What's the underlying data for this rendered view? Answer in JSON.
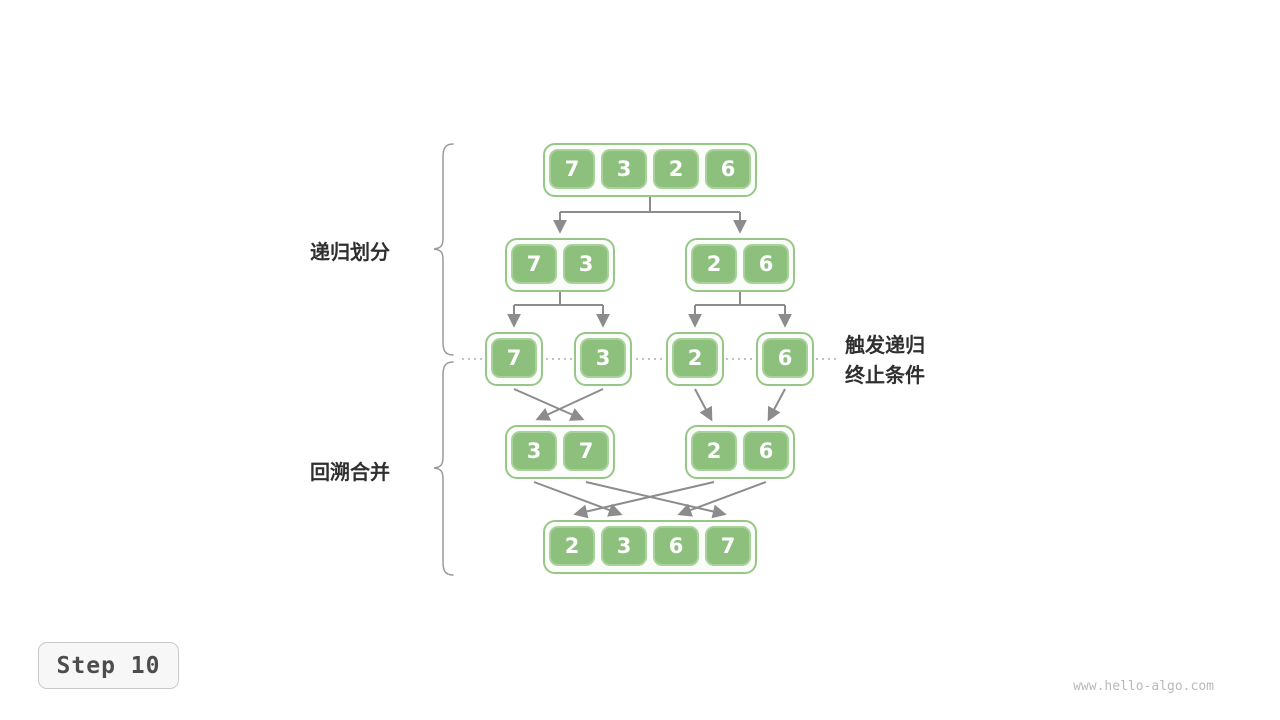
{
  "labels": {
    "divide": "递归划分",
    "merge": "回溯合并",
    "terminate_line1": "触发递归",
    "terminate_line2": "终止条件"
  },
  "arrays": {
    "root": {
      "cells": [
        "7",
        "3",
        "2",
        "6"
      ]
    },
    "divide_left": {
      "cells": [
        "7",
        "3"
      ]
    },
    "divide_right": {
      "cells": [
        "2",
        "6"
      ]
    },
    "single_1": {
      "cells": [
        "7"
      ]
    },
    "single_2": {
      "cells": [
        "3"
      ]
    },
    "single_3": {
      "cells": [
        "2"
      ]
    },
    "single_4": {
      "cells": [
        "6"
      ]
    },
    "merge_left": {
      "cells": [
        "3",
        "7"
      ]
    },
    "merge_right": {
      "cells": [
        "2",
        "6"
      ]
    },
    "result": {
      "cells": [
        "2",
        "3",
        "6",
        "7"
      ]
    }
  },
  "footer": {
    "step_label": "Step 10",
    "watermark": "www.hello-algo.com"
  },
  "colors": {
    "cell-green": "#8dbf7d",
    "cell-border": "#a9d29a",
    "container-border": "#97c787",
    "container-bg": "#fbfdfa",
    "arrow": "#8c8c8c",
    "brace": "#9a9a9a",
    "dotted": "#9a9a9a",
    "label-text": "#2f2f2f",
    "badge-bg": "#f7f7f7",
    "badge-border": "#c9c9c9",
    "badge-text": "#4d4d4d",
    "watermark-text": "#b9b9b9"
  }
}
